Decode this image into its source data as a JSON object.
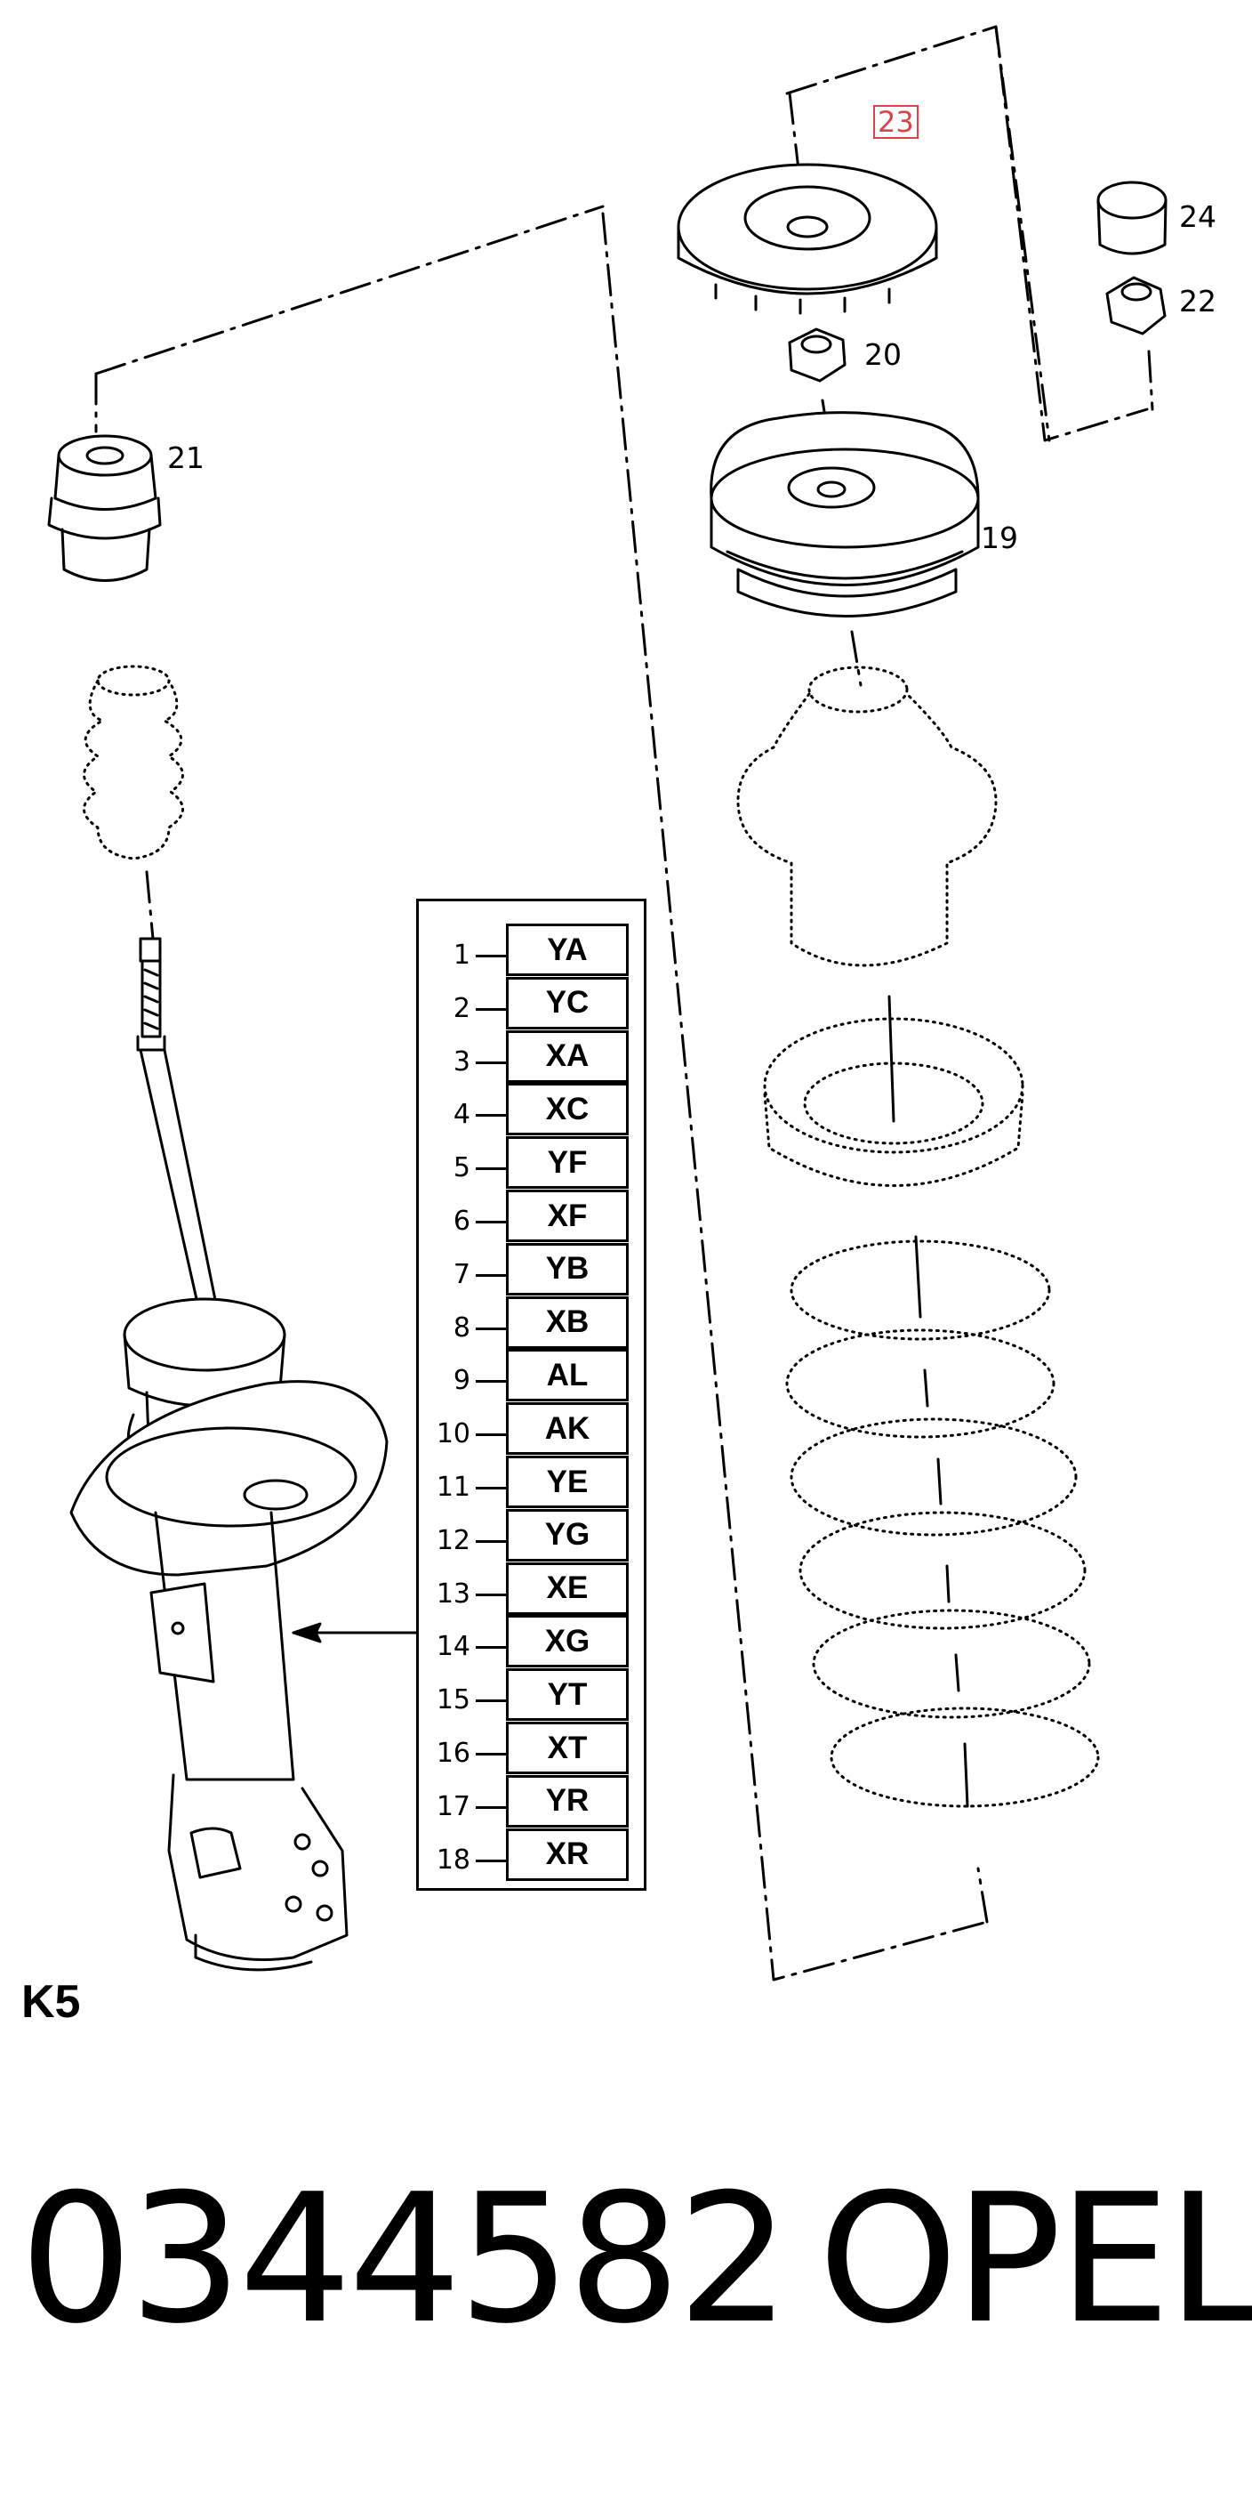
{
  "callouts": {
    "c23": "23",
    "c24": "24",
    "c22": "22",
    "c20": "20",
    "c21": "21",
    "c19": "19"
  },
  "code_table": {
    "rows": [
      {
        "num": "1",
        "code": "YA"
      },
      {
        "num": "2",
        "code": "YC"
      },
      {
        "num": "3",
        "code": "XA"
      },
      {
        "num": "4",
        "code": "XC"
      },
      {
        "num": "5",
        "code": "YF"
      },
      {
        "num": "6",
        "code": "XF"
      },
      {
        "num": "7",
        "code": "YB"
      },
      {
        "num": "8",
        "code": "XB"
      },
      {
        "num": "9",
        "code": "AL"
      },
      {
        "num": "10",
        "code": "AK"
      },
      {
        "num": "11",
        "code": "YE"
      },
      {
        "num": "12",
        "code": "YG"
      },
      {
        "num": "13",
        "code": "XE"
      },
      {
        "num": "14",
        "code": "XG"
      },
      {
        "num": "15",
        "code": "YT"
      },
      {
        "num": "16",
        "code": "XT"
      },
      {
        "num": "17",
        "code": "YR"
      },
      {
        "num": "18",
        "code": "XR"
      }
    ]
  },
  "variant_label": "K5",
  "part_number": "0344582",
  "brand": "OPEL",
  "colors": {
    "line": "#000000",
    "highlight": "#d9434a",
    "background": "#ffffff"
  }
}
